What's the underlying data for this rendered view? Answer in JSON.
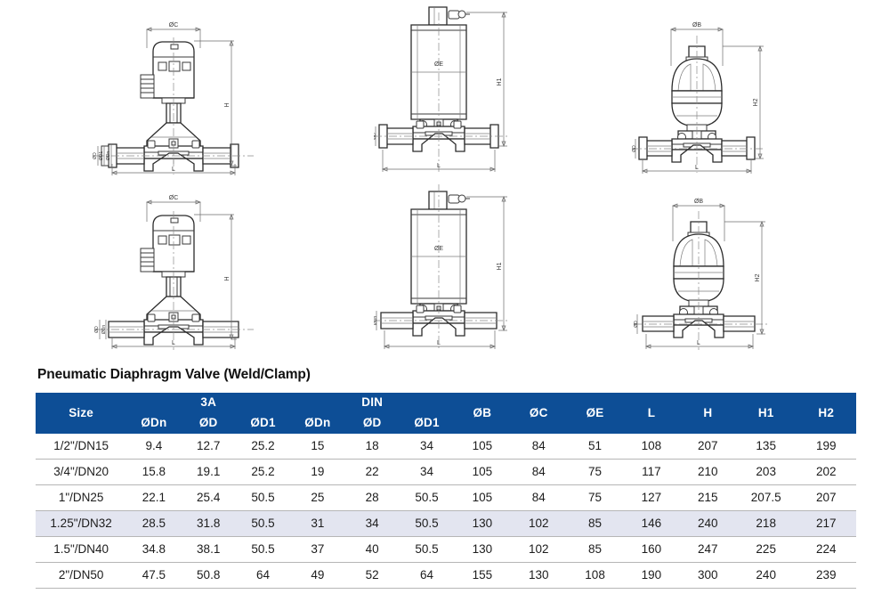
{
  "title": "Pneumatic Diaphragm Valve  (Weld/Clamp)",
  "colors": {
    "header_blue": "#0d4e96",
    "highlight_row": "#e3e5f0",
    "rule": "#b6b6b6",
    "line": "#3a3a3a"
  },
  "table": {
    "group_headers": {
      "size": "Size",
      "three_a": "3A",
      "din": "DIN"
    },
    "columns": [
      "Size",
      "ØDn",
      "ØD",
      "ØD1",
      "ØDn",
      "ØD",
      "ØD1",
      "ØB",
      "ØC",
      "ØE",
      "L",
      "H",
      "H1",
      "H2"
    ],
    "rows": [
      {
        "highlight": false,
        "cells": [
          "1/2\"/DN15",
          "9.4",
          "12.7",
          "25.2",
          "15",
          "18",
          "34",
          "105",
          "84",
          "51",
          "108",
          "207",
          "135",
          "199"
        ]
      },
      {
        "highlight": false,
        "cells": [
          "3/4\"/DN20",
          "15.8",
          "19.1",
          "25.2",
          "19",
          "22",
          "34",
          "105",
          "84",
          "75",
          "117",
          "210",
          "203",
          "202"
        ]
      },
      {
        "highlight": false,
        "cells": [
          "1\"/DN25",
          "22.1",
          "25.4",
          "50.5",
          "25",
          "28",
          "50.5",
          "105",
          "84",
          "75",
          "127",
          "215",
          "207.5",
          "207"
        ]
      },
      {
        "highlight": true,
        "cells": [
          "1.25\"/DN32",
          "28.5",
          "31.8",
          "50.5",
          "31",
          "34",
          "50.5",
          "130",
          "102",
          "85",
          "146",
          "240",
          "218",
          "217"
        ]
      },
      {
        "highlight": false,
        "cells": [
          "1.5\"/DN40",
          "34.8",
          "38.1",
          "50.5",
          "37",
          "40",
          "50.5",
          "130",
          "102",
          "85",
          "160",
          "247",
          "225",
          "224"
        ]
      },
      {
        "highlight": false,
        "cells": [
          "2\"/DN50",
          "47.5",
          "50.8",
          "64",
          "49",
          "52",
          "64",
          "155",
          "130",
          "108",
          "190",
          "300",
          "240",
          "239"
        ]
      }
    ]
  },
  "drawings": [
    {
      "id": "tl",
      "name": "plastic-actuator-clamp-end",
      "actuator": "plastic",
      "ends": "clamp",
      "dims": {
        "top": "ØC",
        "right": "H",
        "bottom": "L",
        "left": "ØD/ØD1/ØDn"
      }
    },
    {
      "id": "tc",
      "name": "cylinder-actuator-clamp-end",
      "actuator": "cylinder",
      "ends": "clamp",
      "dims": {
        "body": "ØE",
        "right": "H1",
        "bottom": "L",
        "left": "ØD/ØD1/ØDn"
      }
    },
    {
      "id": "tr",
      "name": "dome-actuator-clamp-end",
      "actuator": "dome",
      "ends": "clamp",
      "dims": {
        "top": "ØB",
        "right": "H2",
        "bottom": "L",
        "left": "ØD/ØD1/ØDn"
      }
    },
    {
      "id": "bl",
      "name": "plastic-actuator-weld-end",
      "actuator": "plastic",
      "ends": "weld",
      "dims": {
        "top": "ØC",
        "right": "H",
        "bottom": "L",
        "left": "ØD/ØDn"
      }
    },
    {
      "id": "bc",
      "name": "cylinder-actuator-weld-end",
      "actuator": "cylinder",
      "ends": "weld",
      "dims": {
        "body": "ØE",
        "right": "H1",
        "bottom": "L",
        "left": "ØD/ØDn"
      }
    },
    {
      "id": "br",
      "name": "dome-actuator-weld-end",
      "actuator": "dome",
      "ends": "weld",
      "dims": {
        "top": "ØB",
        "right": "H2",
        "bottom": "L",
        "left": "ØD/ØDn"
      }
    }
  ]
}
